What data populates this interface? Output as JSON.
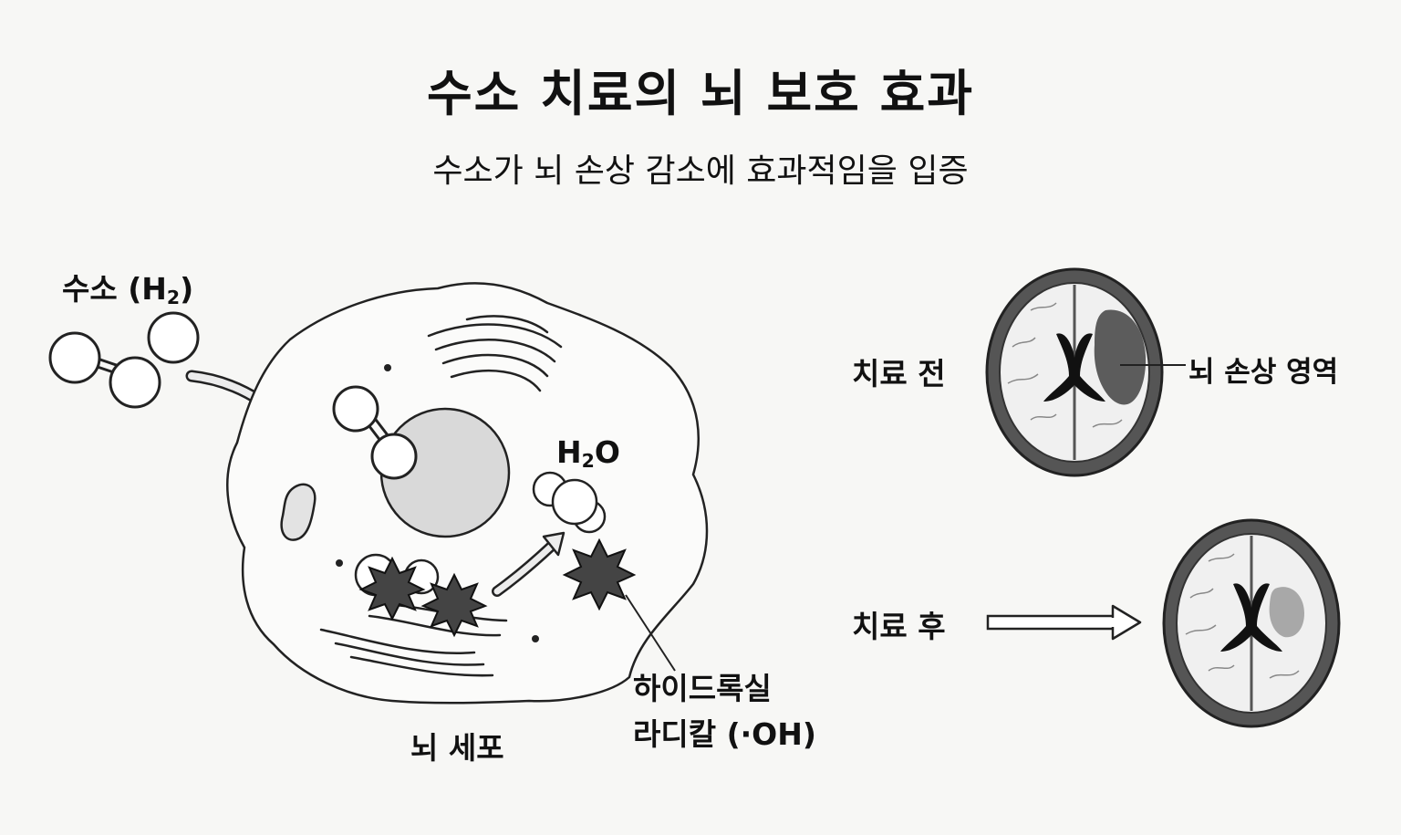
{
  "title": "수소 치료의 뇌 보호 효과",
  "subtitle": "수소가 뇌 손상 감소에 효과적임을 입증",
  "labels": {
    "hydrogen_main": "수소 (H",
    "hydrogen_sub": "2",
    "hydrogen_close": ")",
    "water_h": "H",
    "water_sub": "2",
    "water_o": "O",
    "brain_cell": "뇌 세포",
    "radical_line1": "하이드록실",
    "radical_line2": "라디칼 (·OH)",
    "before_treatment": "치료 전",
    "after_treatment": "치료 후",
    "damage_area": "뇌 손상 영역"
  }
}
